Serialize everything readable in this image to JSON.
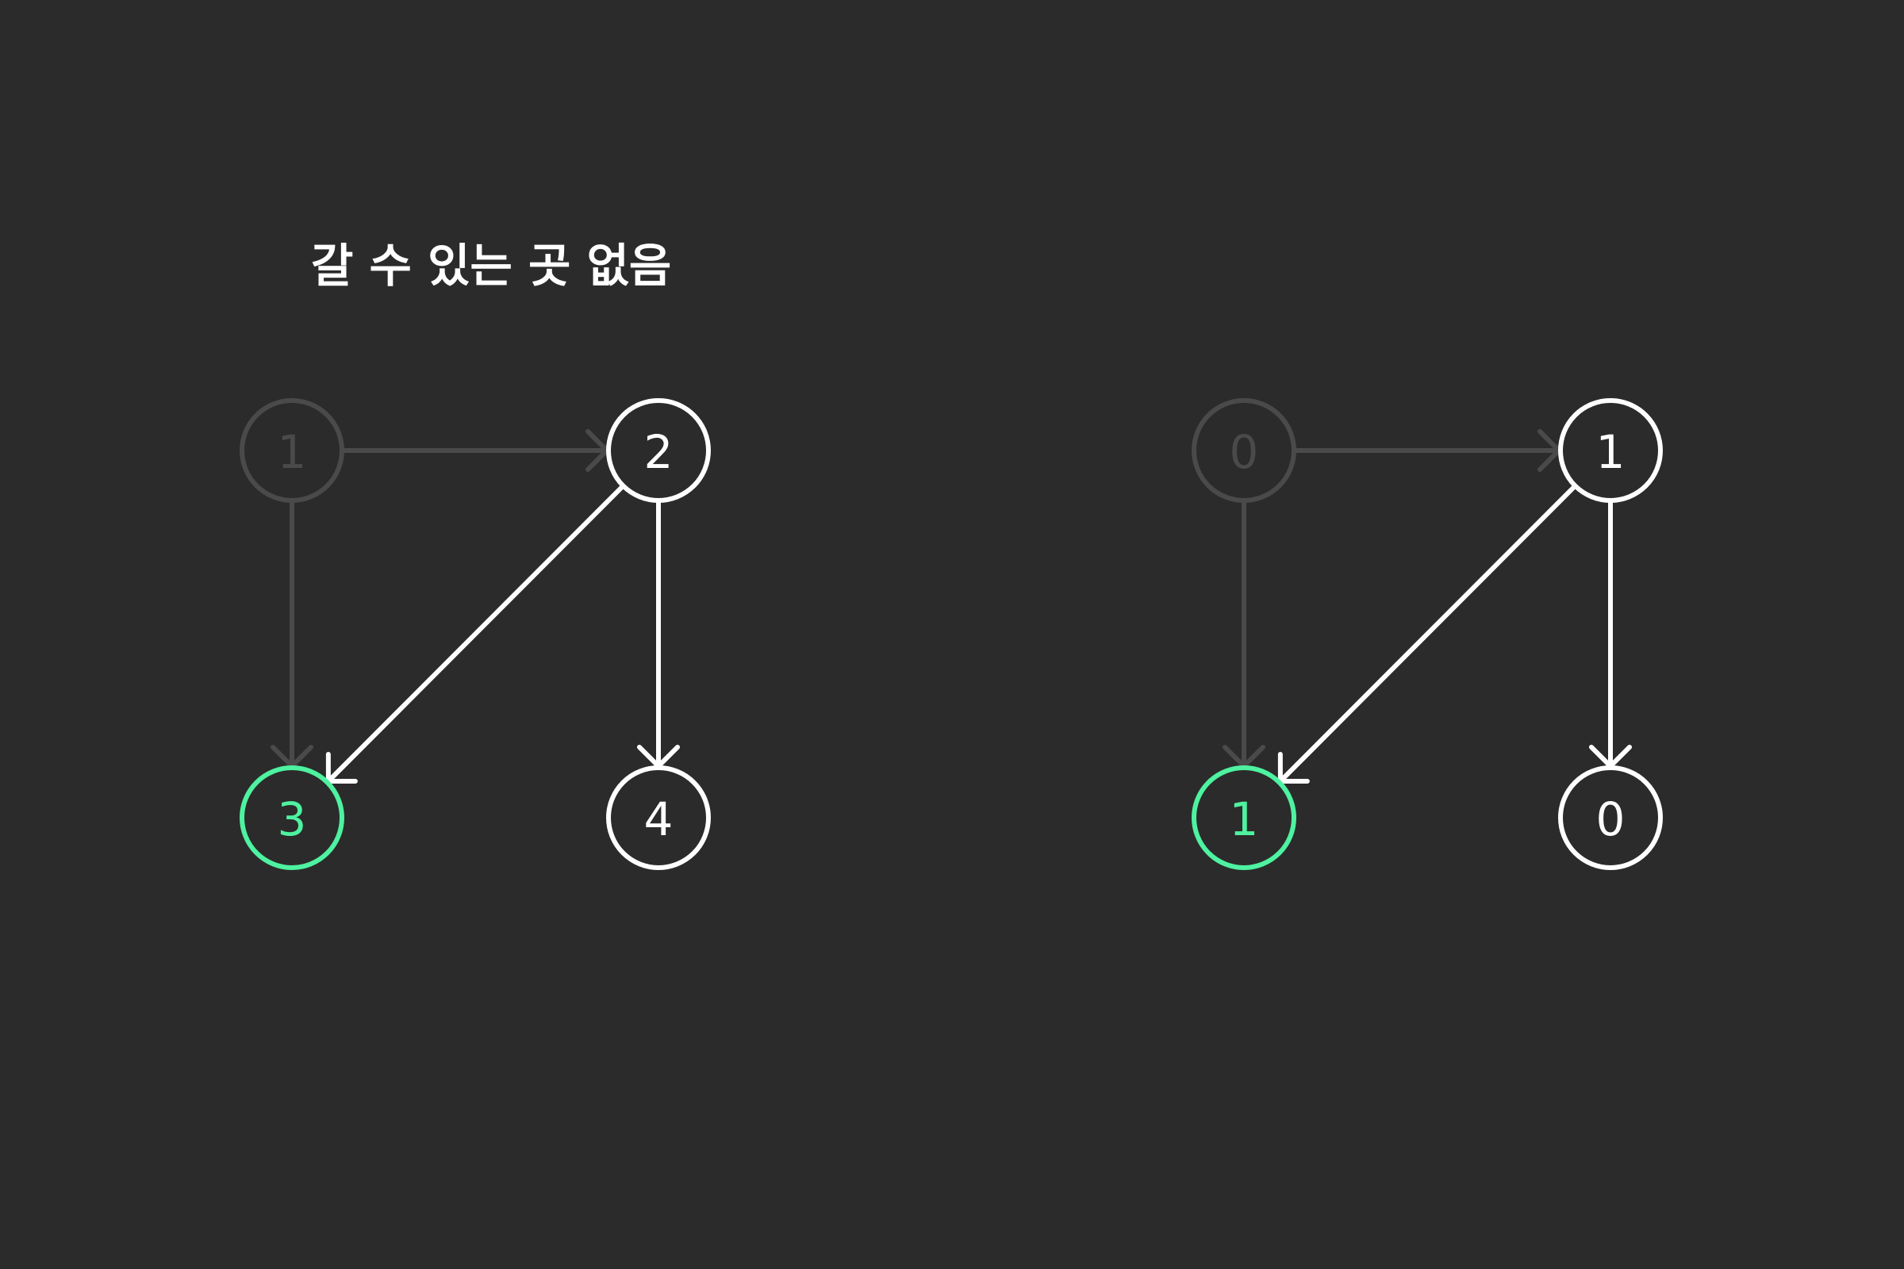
{
  "caption": "갈 수 있는 곳 없음",
  "colors": {
    "background": "#2b2b2b",
    "visited": "#4a4a4a",
    "active": "#ffffff",
    "current": "#4ef2a0"
  },
  "graphs": [
    {
      "nodes": [
        {
          "id": "a",
          "label": "1",
          "state": "visited"
        },
        {
          "id": "b",
          "label": "2",
          "state": "active"
        },
        {
          "id": "c",
          "label": "3",
          "state": "current"
        },
        {
          "id": "d",
          "label": "4",
          "state": "active"
        }
      ],
      "edges": [
        {
          "from": "a",
          "to": "b",
          "state": "visited"
        },
        {
          "from": "a",
          "to": "c",
          "state": "visited"
        },
        {
          "from": "b",
          "to": "c",
          "state": "active"
        },
        {
          "from": "b",
          "to": "d",
          "state": "active"
        }
      ]
    },
    {
      "nodes": [
        {
          "id": "a",
          "label": "0",
          "state": "visited"
        },
        {
          "id": "b",
          "label": "1",
          "state": "active"
        },
        {
          "id": "c",
          "label": "1",
          "state": "current"
        },
        {
          "id": "d",
          "label": "0",
          "state": "active"
        }
      ],
      "edges": [
        {
          "from": "a",
          "to": "b",
          "state": "visited"
        },
        {
          "from": "a",
          "to": "c",
          "state": "visited"
        },
        {
          "from": "b",
          "to": "c",
          "state": "active"
        },
        {
          "from": "b",
          "to": "d",
          "state": "active"
        }
      ]
    }
  ]
}
